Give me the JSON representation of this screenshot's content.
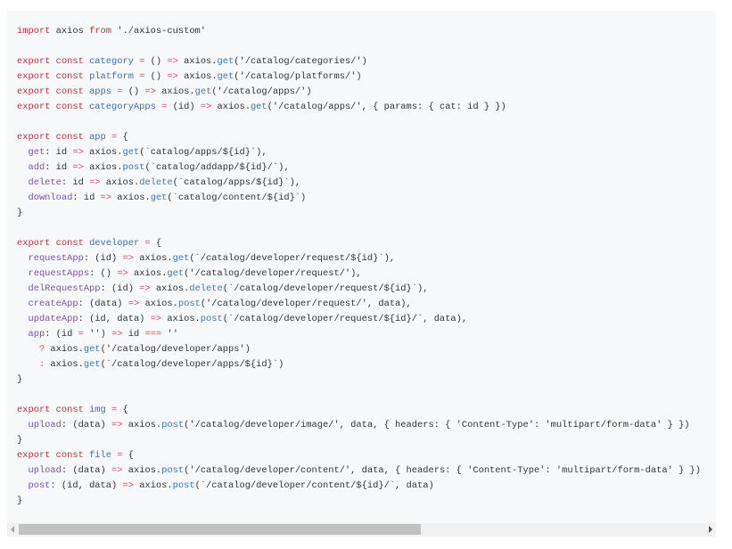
{
  "lines": [
    [
      [
        "k",
        "import"
      ],
      [
        "t",
        " axios "
      ],
      [
        "k",
        "from"
      ],
      [
        "s",
        " './axios-custom'"
      ]
    ],
    [],
    [
      [
        "k",
        "export const "
      ],
      [
        "n",
        "category"
      ],
      [
        "o",
        " = "
      ],
      [
        "t",
        "() "
      ],
      [
        "o",
        "=>"
      ],
      [
        "t",
        " axios."
      ],
      [
        "f",
        "get"
      ],
      [
        "s",
        "('/catalog/categories/')"
      ]
    ],
    [
      [
        "k",
        "export const "
      ],
      [
        "n",
        "platform"
      ],
      [
        "o",
        " = "
      ],
      [
        "t",
        "() "
      ],
      [
        "o",
        "=>"
      ],
      [
        "t",
        " axios."
      ],
      [
        "f",
        "get"
      ],
      [
        "s",
        "('/catalog/platforms/')"
      ]
    ],
    [
      [
        "k",
        "export const "
      ],
      [
        "n",
        "apps"
      ],
      [
        "o",
        " = "
      ],
      [
        "t",
        "() "
      ],
      [
        "o",
        "=>"
      ],
      [
        "t",
        " axios."
      ],
      [
        "f",
        "get"
      ],
      [
        "s",
        "('/catalog/apps/')"
      ]
    ],
    [
      [
        "k",
        "export const "
      ],
      [
        "n",
        "categoryApps"
      ],
      [
        "o",
        " = "
      ],
      [
        "t",
        "(id) "
      ],
      [
        "o",
        "=>"
      ],
      [
        "t",
        " axios."
      ],
      [
        "f",
        "get"
      ],
      [
        "s",
        "('/catalog/apps/', { params: { cat: id } })"
      ]
    ],
    [],
    [
      [
        "k",
        "export const "
      ],
      [
        "n",
        "app"
      ],
      [
        "o",
        " = "
      ],
      [
        "t",
        "{"
      ]
    ],
    [
      [
        "p",
        "  get"
      ],
      [
        "t",
        ": id "
      ],
      [
        "o",
        "=>"
      ],
      [
        "t",
        " axios."
      ],
      [
        "f",
        "get"
      ],
      [
        "s",
        "(`catalog/apps/${id}`),"
      ]
    ],
    [
      [
        "p",
        "  add"
      ],
      [
        "t",
        ": id "
      ],
      [
        "o",
        "=>"
      ],
      [
        "t",
        " axios."
      ],
      [
        "f",
        "post"
      ],
      [
        "s",
        "(`catalog/addapp/${id}/`),"
      ]
    ],
    [
      [
        "p",
        "  delete"
      ],
      [
        "t",
        ": id "
      ],
      [
        "o",
        "=>"
      ],
      [
        "t",
        " axios."
      ],
      [
        "f",
        "delete"
      ],
      [
        "s",
        "(`catalog/apps/${id}`),"
      ]
    ],
    [
      [
        "p",
        "  download"
      ],
      [
        "t",
        ": id "
      ],
      [
        "o",
        "=>"
      ],
      [
        "t",
        " axios."
      ],
      [
        "f",
        "get"
      ],
      [
        "s",
        "(`catalog/content/${id}`)"
      ]
    ],
    [
      [
        "t",
        "}"
      ]
    ],
    [],
    [
      [
        "k",
        "export const "
      ],
      [
        "n",
        "developer"
      ],
      [
        "o",
        " = "
      ],
      [
        "t",
        "{"
      ]
    ],
    [
      [
        "p",
        "  requestApp"
      ],
      [
        "t",
        ": (id) "
      ],
      [
        "o",
        "=>"
      ],
      [
        "t",
        " axios."
      ],
      [
        "f",
        "get"
      ],
      [
        "s",
        "(`/catalog/developer/request/${id}`),"
      ]
    ],
    [
      [
        "p",
        "  requestApps"
      ],
      [
        "t",
        ": () "
      ],
      [
        "o",
        "=>"
      ],
      [
        "t",
        " axios."
      ],
      [
        "f",
        "get"
      ],
      [
        "s",
        "('/catalog/developer/request/'),"
      ]
    ],
    [
      [
        "p",
        "  delRequestApp"
      ],
      [
        "t",
        ": (id) "
      ],
      [
        "o",
        "=>"
      ],
      [
        "t",
        " axios."
      ],
      [
        "f",
        "delete"
      ],
      [
        "s",
        "(`/catalog/developer/request/${id}`),"
      ]
    ],
    [
      [
        "p",
        "  createApp"
      ],
      [
        "t",
        ": (data) "
      ],
      [
        "o",
        "=>"
      ],
      [
        "t",
        " axios."
      ],
      [
        "f",
        "post"
      ],
      [
        "s",
        "('/catalog/developer/request/', data),"
      ]
    ],
    [
      [
        "p",
        "  updateApp"
      ],
      [
        "t",
        ": (id, data) "
      ],
      [
        "o",
        "=>"
      ],
      [
        "t",
        " axios."
      ],
      [
        "f",
        "post"
      ],
      [
        "s",
        "(`/catalog/developer/request/${id}/`, data),"
      ]
    ],
    [
      [
        "p",
        "  app"
      ],
      [
        "t",
        ": (id "
      ],
      [
        "o",
        "="
      ],
      [
        "s",
        " ''"
      ],
      [
        "t",
        ") "
      ],
      [
        "o",
        "=>"
      ],
      [
        "t",
        " id "
      ],
      [
        "o",
        "==="
      ],
      [
        "s",
        " ''"
      ]
    ],
    [
      [
        "o",
        "    ?"
      ],
      [
        "t",
        " axios."
      ],
      [
        "f",
        "get"
      ],
      [
        "s",
        "('/catalog/developer/apps')"
      ]
    ],
    [
      [
        "o",
        "    :"
      ],
      [
        "t",
        " axios."
      ],
      [
        "f",
        "get"
      ],
      [
        "s",
        "(`/catalog/developer/apps/${id}`)"
      ]
    ],
    [
      [
        "t",
        "}"
      ]
    ],
    [],
    [
      [
        "k",
        "export const "
      ],
      [
        "n",
        "img"
      ],
      [
        "o",
        " = "
      ],
      [
        "t",
        "{"
      ]
    ],
    [
      [
        "p",
        "  upload"
      ],
      [
        "t",
        ": (data) "
      ],
      [
        "o",
        "=>"
      ],
      [
        "t",
        " axios."
      ],
      [
        "f",
        "post"
      ],
      [
        "s",
        "('/catalog/developer/image/', data, { headers: { 'Content-Type': 'multipart/form-data' } })"
      ]
    ],
    [
      [
        "t",
        "}"
      ]
    ],
    [
      [
        "k",
        "export const "
      ],
      [
        "n",
        "file"
      ],
      [
        "o",
        " = "
      ],
      [
        "t",
        "{"
      ]
    ],
    [
      [
        "p",
        "  upload"
      ],
      [
        "t",
        ": (data) "
      ],
      [
        "o",
        "=>"
      ],
      [
        "t",
        " axios."
      ],
      [
        "f",
        "post"
      ],
      [
        "s",
        "('/catalog/developer/content/', data, { headers: { 'Content-Type': 'multipart/form-data' } })"
      ]
    ],
    [
      [
        "p",
        "  post"
      ],
      [
        "t",
        ": (id, data) "
      ],
      [
        "o",
        "=>"
      ],
      [
        "t",
        " axios."
      ],
      [
        "f",
        "post"
      ],
      [
        "s",
        "(`/catalog/developer/content/${id}/`, data)"
      ]
    ],
    [
      [
        "t",
        "}"
      ]
    ]
  ]
}
